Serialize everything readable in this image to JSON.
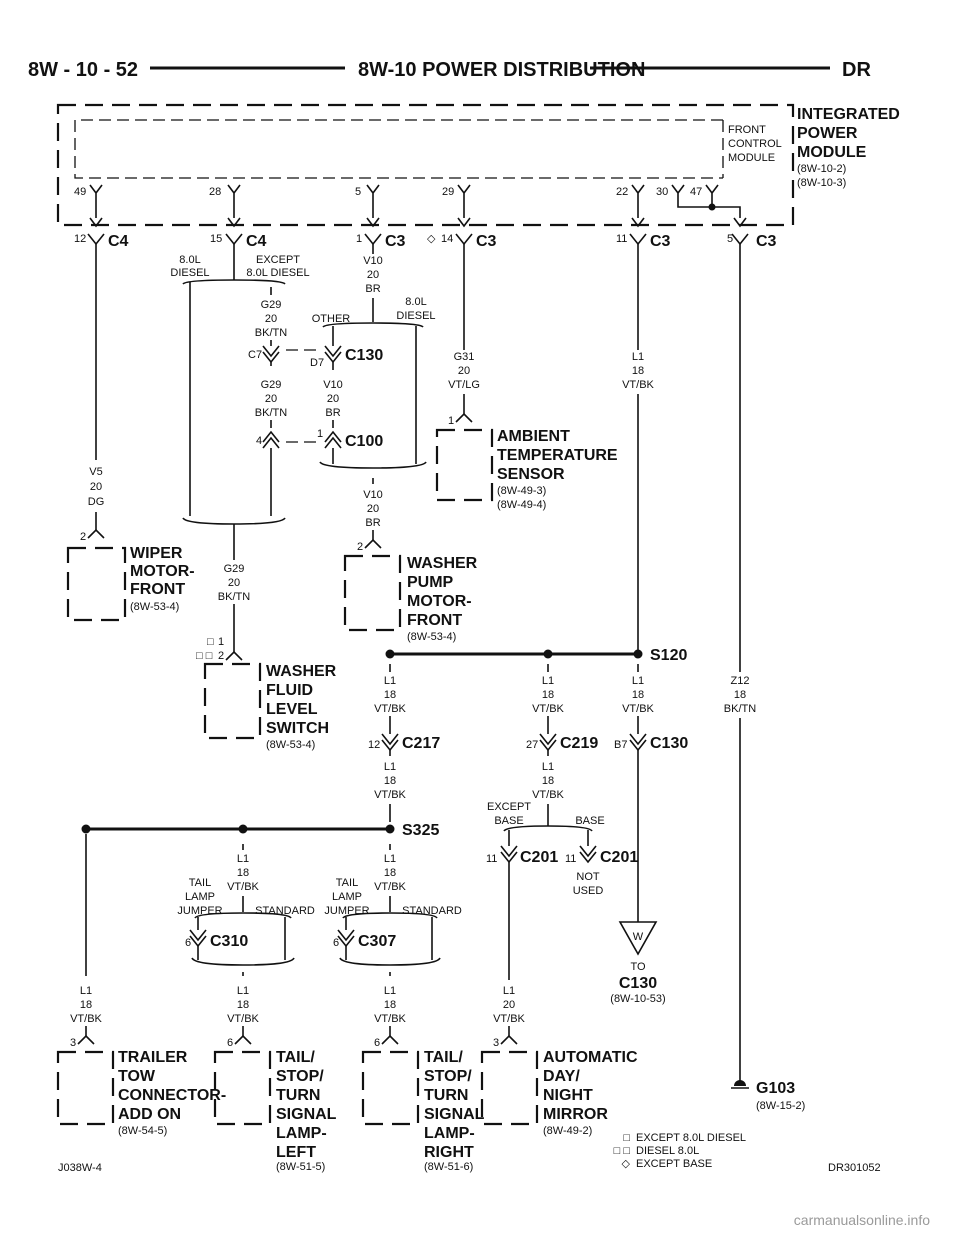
{
  "header": {
    "page": "8W - 10 - 52",
    "title": "8W-10 POWER DISTRIBUTION",
    "model": "DR"
  },
  "ipm": {
    "name": [
      "INTEGRATED",
      "POWER",
      "MODULE"
    ],
    "refs": [
      "(8W-10-2)",
      "(8W-10-3)"
    ],
    "fcm": [
      "FRONT",
      "CONTROL",
      "MODULE"
    ]
  },
  "pins": {
    "p49": "49",
    "p28": "28",
    "p5": "5",
    "p29": "29",
    "p22": "22",
    "p30": "30",
    "p47": "47"
  },
  "connectors": {
    "c4a": {
      "pin": "12",
      "name": "C4"
    },
    "c4b": {
      "pin": "15",
      "name": "C4"
    },
    "c3a": {
      "pin": "1",
      "name": "C3"
    },
    "c3b": {
      "pin": "14",
      "name": "C3"
    },
    "c3c": {
      "pin": "11",
      "name": "C3"
    },
    "c3d": {
      "pin": "5",
      "name": "C3"
    },
    "c7": {
      "pin": "C7"
    },
    "c130a": {
      "pin": "D7",
      "name": "C130"
    },
    "c100": {
      "pin_l": "4",
      "pin_r": "1",
      "name": "C100"
    },
    "c217": {
      "pin": "12",
      "name": "C217"
    },
    "c219": {
      "pin": "27",
      "name": "C219"
    },
    "c130b": {
      "pin": "B7",
      "name": "C130"
    },
    "c201a": {
      "pin": "11",
      "name": "C201"
    },
    "c201b": {
      "pin": "11",
      "name": "C201"
    },
    "c310": {
      "pin": "6",
      "name": "C310"
    },
    "c307": {
      "pin": "6",
      "name": "C307"
    }
  },
  "splices": {
    "s120": "S120",
    "s325": "S325"
  },
  "wires": {
    "v5": [
      "V5",
      "20",
      "DG"
    ],
    "g29a": [
      "G29",
      "20",
      "BK/TN"
    ],
    "g29b": [
      "G29",
      "20",
      "BK/TN"
    ],
    "g29c": [
      "G29",
      "20",
      "BK/TN"
    ],
    "v10a": [
      "V10",
      "20",
      "BR"
    ],
    "v10b": [
      "V10",
      "20",
      "BR"
    ],
    "v10c": [
      "V10",
      "20",
      "BR"
    ],
    "g31": [
      "G31",
      "20",
      "VT/LG"
    ],
    "l1a": [
      "L1",
      "18",
      "VT/BK"
    ],
    "l1b": [
      "L1",
      "18",
      "VT/BK"
    ],
    "l1c": [
      "L1",
      "18",
      "VT/BK"
    ],
    "l1d": [
      "L1",
      "18",
      "VT/BK"
    ],
    "l1e": [
      "L1",
      "18",
      "VT/BK"
    ],
    "l1f": [
      "L1",
      "18",
      "VT/BK"
    ],
    "l1g": [
      "L1",
      "18",
      "VT/BK"
    ],
    "l1h": [
      "L1",
      "18",
      "VT/BK"
    ],
    "l1i": [
      "L1",
      "18",
      "VT/BK"
    ],
    "l1j": [
      "L1",
      "18",
      "VT/BK"
    ],
    "l1k": [
      "L1",
      "18",
      "VT/BK"
    ],
    "l1m": [
      "L1",
      "20",
      "VT/BK"
    ],
    "z12": [
      "Z12",
      "18",
      "BK/TN"
    ]
  },
  "options": {
    "diesel80": [
      "8.0L",
      "DIESEL"
    ],
    "except80": [
      "EXCEPT",
      "8.0L DIESEL"
    ],
    "other": "OTHER",
    "diesel80b": [
      "8.0L",
      "DIESEL"
    ],
    "except_base": [
      "EXCEPT",
      "BASE"
    ],
    "base": "BASE",
    "tail_jumper": [
      "TAIL",
      "LAMP",
      "JUMPER"
    ],
    "standard": "STANDARD",
    "not_used": [
      "NOT",
      "USED"
    ]
  },
  "components": {
    "wiper": {
      "pin": "2",
      "name": [
        "WIPER",
        "MOTOR-",
        "FRONT"
      ],
      "ref": "(8W-53-4)"
    },
    "washer_pump": {
      "pin": "2",
      "name": [
        "WASHER",
        "PUMP",
        "MOTOR-",
        "FRONT"
      ],
      "ref": "(8W-53-4)"
    },
    "ambient": {
      "pin": "1",
      "name": [
        "AMBIENT",
        "TEMPERATURE",
        "SENSOR"
      ],
      "refs": [
        "(8W-49-3)",
        "(8W-49-4)"
      ]
    },
    "fluid": {
      "pins": [
        "1",
        "2"
      ],
      "name": [
        "WASHER",
        "FLUID",
        "LEVEL",
        "SWITCH"
      ],
      "ref": "(8W-53-4)"
    },
    "trailer": {
      "pin": "3",
      "name": [
        "TRAILER",
        "TOW",
        "CONNECTOR-",
        "ADD ON"
      ],
      "ref": "(8W-54-5)"
    },
    "tail_left": {
      "pin": "6",
      "name": [
        "TAIL/",
        "STOP/",
        "TURN",
        "SIGNAL",
        "LAMP-",
        "LEFT"
      ],
      "ref": "(8W-51-5)"
    },
    "tail_right": {
      "pin": "6",
      "name": [
        "TAIL/",
        "STOP/",
        "TURN",
        "SIGNAL",
        "LAMP-",
        "RIGHT"
      ],
      "ref": "(8W-51-6)"
    },
    "mirror": {
      "pin": "3",
      "name": [
        "AUTOMATIC",
        "DAY/",
        "NIGHT",
        "MIRROR"
      ],
      "ref": "(8W-49-2)"
    },
    "to_c130": {
      "arrow": "W",
      "to": "TO",
      "name": "C130",
      "ref": "(8W-10-53)"
    },
    "ground": {
      "name": "G103",
      "ref": "(8W-15-2)"
    }
  },
  "legend": [
    {
      "sym": "□",
      "text": "EXCEPT 8.0L DIESEL"
    },
    {
      "sym": "□ □",
      "text": "DIESEL 8.0L"
    },
    {
      "sym": "◇",
      "text": "EXCEPT BASE"
    }
  ],
  "footer": {
    "left": "J038W-4",
    "right": "DR301052",
    "watermark": "carmanualsonline.info"
  }
}
